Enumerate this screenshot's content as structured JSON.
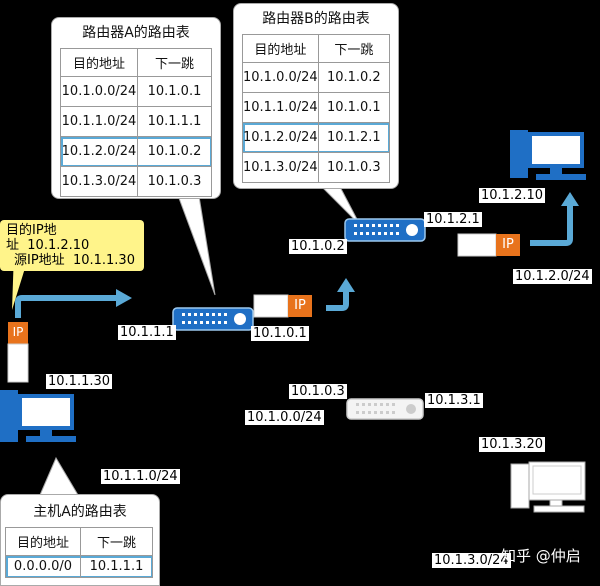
{
  "router_a_table": {
    "title": "路由器A的路由表",
    "headers": [
      "目的地址",
      "下一跳"
    ],
    "rows": [
      [
        "10.1.0.0/24",
        "10.1.0.1"
      ],
      [
        "10.1.1.0/24",
        "10.1.1.1"
      ],
      [
        "10.1.2.0/24",
        "10.1.0.2"
      ],
      [
        "10.1.3.0/24",
        "10.1.0.3"
      ]
    ]
  },
  "router_b_table": {
    "title": "路由器B的路由表",
    "headers": [
      "目的地址",
      "下一跳"
    ],
    "rows": [
      [
        "10.1.0.0/24",
        "10.1.0.2"
      ],
      [
        "10.1.1.0/24",
        "10.1.0.1"
      ],
      [
        "10.1.2.0/24",
        "10.1.2.1"
      ],
      [
        "10.1.3.0/24",
        "10.1.0.3"
      ]
    ]
  },
  "host_a_table": {
    "title": "主机A的路由表",
    "headers": [
      "目的地址",
      "下一跳"
    ],
    "rows": [
      [
        "0.0.0.0/0",
        "10.1.1.1"
      ]
    ]
  },
  "packet_info": {
    "dst_label": "目的IP地址",
    "dst_value": "10.1.2.10",
    "src_label": "源IP地址",
    "src_value": "10.1.1.30"
  },
  "packet_tag": "IP",
  "addresses": {
    "host_a_ip": "10.1.1.30",
    "host_a_net": "10.1.1.0/24",
    "router_a_left": "10.1.1.1",
    "router_a_right": "10.1.0.1",
    "router_b_left": "10.1.0.2",
    "router_b_right": "10.1.2.1",
    "host_b_ip": "10.1.2.10",
    "host_b_net": "10.1.2.0/24",
    "router_c_top": "10.1.0.3",
    "router_c_net": "10.1.0.0/24",
    "router_c_right": "10.1.3.1",
    "host_c_ip": "10.1.3.20",
    "host_c_net": "10.1.3.0/24"
  },
  "watermark": "知乎 @仲启",
  "colors": {
    "ip_orange": "#e8731c",
    "arrow_blue": "#5aa9d6",
    "router_blue": "#1f6fc5",
    "callout_yellow": "#fff48a"
  }
}
